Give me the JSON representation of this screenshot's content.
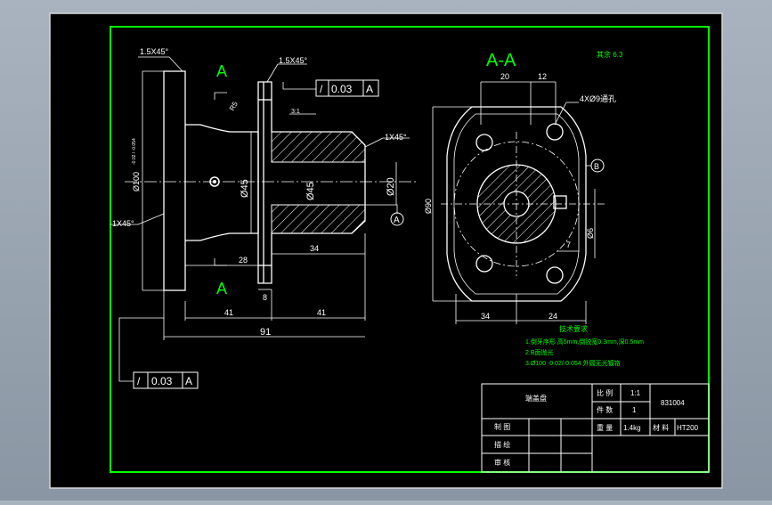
{
  "views": {
    "left_mark_top": "A",
    "left_mark_bottom": "A",
    "section_title": "A-A",
    "roughness_note": "其余 6.3"
  },
  "dimensions": {
    "flange_chamfer": "1.5X45°",
    "top_chamfer": "1.5X45°",
    "right_chamfer": "1X45°",
    "left_chamfer": "1X45°",
    "d100": "Ø100",
    "d100_tol": "-0.02 / -0.054",
    "d45_outer": "Ø45",
    "d45_inner": "Ø45",
    "d20": "Ø20",
    "len_28": "28",
    "len_34": "34",
    "len_8": "8",
    "len_41a": "41",
    "len_41b": "41",
    "len_91": "91",
    "taper": "3:1",
    "r5": "R5",
    "d90": "Ø90",
    "dim_20": "20",
    "dim_12": "12",
    "dim_34b": "34",
    "dim_24": "24",
    "dim_7": "7",
    "dim_6": "Ø6",
    "holes": "4XØ9通孔",
    "datum_a": "A",
    "datum_b": "B"
  },
  "tolerance_frames": {
    "top": {
      "symbol": "/",
      "value": "0.03",
      "datum": "A"
    },
    "bottom": {
      "symbol": "/",
      "value": "0.03",
      "datum": "A"
    }
  },
  "notes": {
    "title": "技术要求",
    "items": [
      "1.倒牙序形 高5mm,倒锐宽0.3mm,深0.5mm",
      "2.B面抛光",
      "3.Ø100 -0.02/-0.054 外圆无光镀铬"
    ]
  },
  "title_block": {
    "part_name": "端盖盘",
    "scale_label": "比 例",
    "scale_value": "1:1",
    "qty_label": "件 数",
    "qty_value": "1",
    "drawing_no": "831004",
    "weight_label": "重 量",
    "weight_value": "1.4kg",
    "material_label": "材 料",
    "material_value": "HT200",
    "drawn_label": "制 图",
    "check_label": "描 绘",
    "review_label": "审 核"
  },
  "colors": {
    "background": "#000000",
    "border": "#00ff00",
    "lines": "#ffffff",
    "hatch": "#ffffff",
    "center": "#ffffff",
    "green_text": "#00ff00"
  }
}
